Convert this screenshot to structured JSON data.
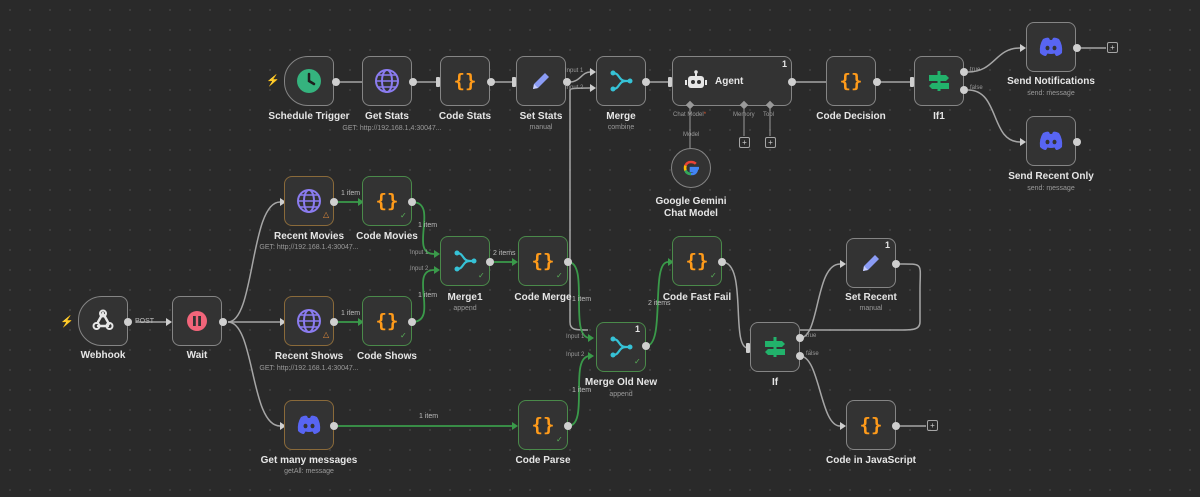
{
  "nodes": {
    "schedule_trigger": {
      "title": "Schedule Trigger"
    },
    "get_stats": {
      "title": "Get Stats",
      "subtitle": "GET: http://192.168.1.4:30047..."
    },
    "code_stats": {
      "title": "Code Stats"
    },
    "set_stats": {
      "title": "Set Stats",
      "subtitle": "manual"
    },
    "merge": {
      "title": "Merge",
      "subtitle": "combine",
      "input1": "Input 1",
      "input2": "Input 2"
    },
    "agent": {
      "title": "Agent",
      "count": "1",
      "port_chat_model": "Chat Model",
      "port_memory": "Memory",
      "port_tool": "Tool",
      "port_model": "Model"
    },
    "code_decision": {
      "title": "Code Decision"
    },
    "if1": {
      "title": "If1",
      "true_label": "true",
      "false_label": "false"
    },
    "send_notifications": {
      "title": "Send Notifications",
      "subtitle": "send: message"
    },
    "send_recent_only": {
      "title": "Send Recent Only",
      "subtitle": "send: message"
    },
    "gemini": {
      "title": "Google Gemini Chat Model"
    },
    "recent_movies": {
      "title": "Recent Movies",
      "subtitle": "GET: http://192.168.1.4:30047..."
    },
    "code_movies": {
      "title": "Code Movies"
    },
    "merge1": {
      "title": "Merge1",
      "subtitle": "append",
      "input1": "Input 1",
      "input2": "Input 2"
    },
    "code_merge": {
      "title": "Code Merge"
    },
    "code_fast_fail": {
      "title": "Code Fast Fail"
    },
    "set_recent": {
      "title": "Set Recent",
      "subtitle": "manual",
      "count": "1"
    },
    "webhook": {
      "title": "Webhook",
      "post_label": "POST"
    },
    "wait": {
      "title": "Wait"
    },
    "recent_shows": {
      "title": "Recent Shows",
      "subtitle": "GET: http://192.168.1.4:30047..."
    },
    "code_shows": {
      "title": "Code Shows"
    },
    "merge_old_new": {
      "title": "Merge Old New",
      "subtitle": "append",
      "count": "1",
      "input1": "Input 1",
      "input2": "Input 2"
    },
    "if": {
      "title": "If",
      "true_label": "true",
      "false_label": "false"
    },
    "get_many_messages": {
      "title": "Get many messages",
      "subtitle": "getAll: message"
    },
    "code_parse": {
      "title": "Code Parse"
    },
    "code_in_javascript": {
      "title": "Code in JavaScript"
    }
  },
  "wire_labels": {
    "movies_to_code": "1 item",
    "shows_to_code": "1 item",
    "code_movies_to_merge1": "1 item",
    "code_shows_to_merge1": "1 item",
    "merge1_to_code_merge": "2 items",
    "code_merge_to_merge_old_new": "1 item",
    "merge_old_new_to_fast_fail": "2 items",
    "messages_to_code_parse": "1 item",
    "code_parse_to_merge_old_new": "1 item"
  },
  "colors": {
    "canvas": "#2a2a2a",
    "node_fill": "#333333",
    "node_border": "#858585",
    "success_border": "#4a8a4a",
    "success_wire": "#3a9a4a",
    "wire": "#a6a6a6",
    "trigger_green": "#35b37e",
    "http_purple": "#8b7cf0",
    "code_orange": "#ff9b1a",
    "merge_cyan": "#36c2d6",
    "if_green": "#22b26b",
    "discord_blue": "#5865f2",
    "wait_pink": "#f2657a",
    "trigger_bolt": "#e4572e"
  }
}
